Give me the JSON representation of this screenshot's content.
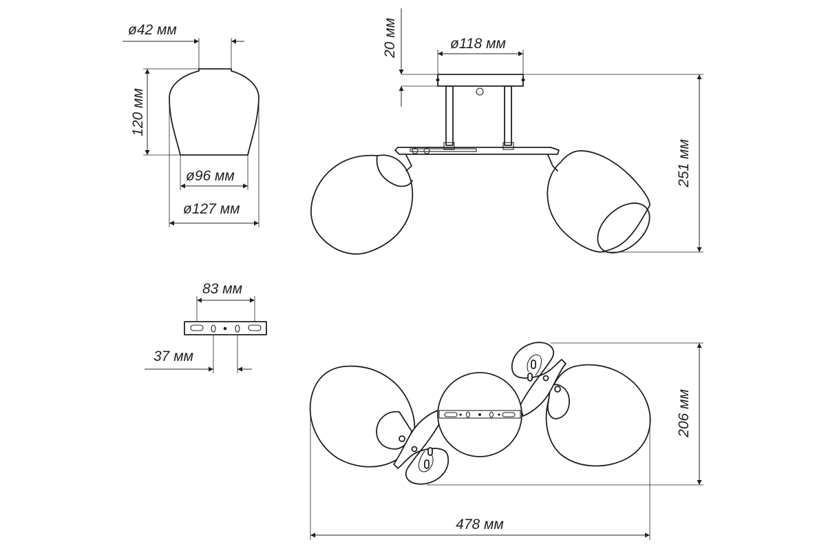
{
  "dimensions": {
    "top_diameter": "ø42 мм",
    "shade_height": "120 мм",
    "inner_diameter": "ø96 мм",
    "outer_diameter": "ø127 мм",
    "canopy_height": "20 мм",
    "canopy_diameter": "ø118 мм",
    "total_height": "251 мм",
    "bracket_hole_spacing": "83 мм",
    "bracket_center_spacing": "37 мм",
    "plan_depth": "206 мм",
    "total_width": "478 мм"
  },
  "colors": {
    "line": "#231f20",
    "background": "#ffffff"
  }
}
